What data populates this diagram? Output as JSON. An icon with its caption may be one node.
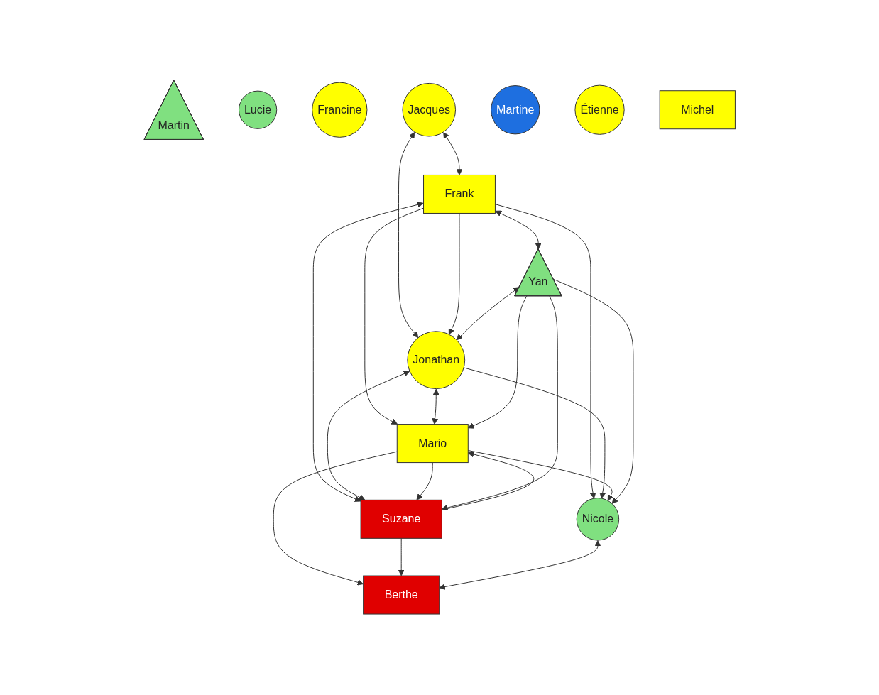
{
  "diagram": {
    "nodes": [
      {
        "text": [
          "Martin"
        ]
      },
      {
        "text": [
          "Lucie"
        ]
      },
      {
        "text": [
          "Francine"
        ]
      },
      {
        "text": [
          "Jacques"
        ]
      },
      {
        "text": [
          "Martine"
        ]
      },
      {
        "text": [
          "Étienne"
        ]
      },
      {
        "text": [
          "Jonathan"
        ]
      },
      {
        "text": [
          "Nicole"
        ]
      },
      {
        "text": [
          "Berthe"
        ]
      },
      {
        "text": [
          "Michel"
        ]
      },
      {
        "text": [
          "Frank"
        ]
      },
      {
        "text": [
          "Mario"
        ]
      },
      {
        "text": [
          "Suzane"
        ]
      },
      {
        "text": [
          "Yan"
        ]
      }
    ],
    "edges": [
      {
        "from": 3,
        "to": 10,
        "arrow": "both"
      },
      {
        "from": 3,
        "to": 6,
        "arrow": "both"
      },
      {
        "from": 10,
        "to": 6,
        "arrow": "to"
      },
      {
        "from": 10,
        "to": 7,
        "arrow": "to"
      },
      {
        "from": 10,
        "to": 11,
        "arrow": "to"
      },
      {
        "from": 10,
        "to": 13,
        "arrow": "both"
      },
      {
        "from": 10,
        "to": 12,
        "arrow": "both"
      },
      {
        "from": 6,
        "to": 7,
        "arrow": "to"
      },
      {
        "from": 6,
        "to": 11,
        "arrow": "both"
      },
      {
        "from": 13,
        "to": 6,
        "arrow": "both"
      },
      {
        "from": 6,
        "to": 12,
        "arrow": "both"
      },
      {
        "from": 11,
        "to": 7,
        "arrow": "to"
      },
      {
        "from": 13,
        "to": 7,
        "arrow": "to"
      },
      {
        "from": 11,
        "to": 8,
        "arrow": "to"
      },
      {
        "from": 11,
        "to": 12,
        "arrow": "to"
      },
      {
        "from": 12,
        "to": 11,
        "arrow": "to"
      },
      {
        "from": 13,
        "to": 11,
        "arrow": "to"
      },
      {
        "from": 13,
        "to": 12,
        "arrow": "to"
      },
      {
        "from": 12,
        "to": 8,
        "arrow": "to"
      },
      {
        "from": 7,
        "to": 8,
        "arrow": "both"
      }
    ]
  }
}
